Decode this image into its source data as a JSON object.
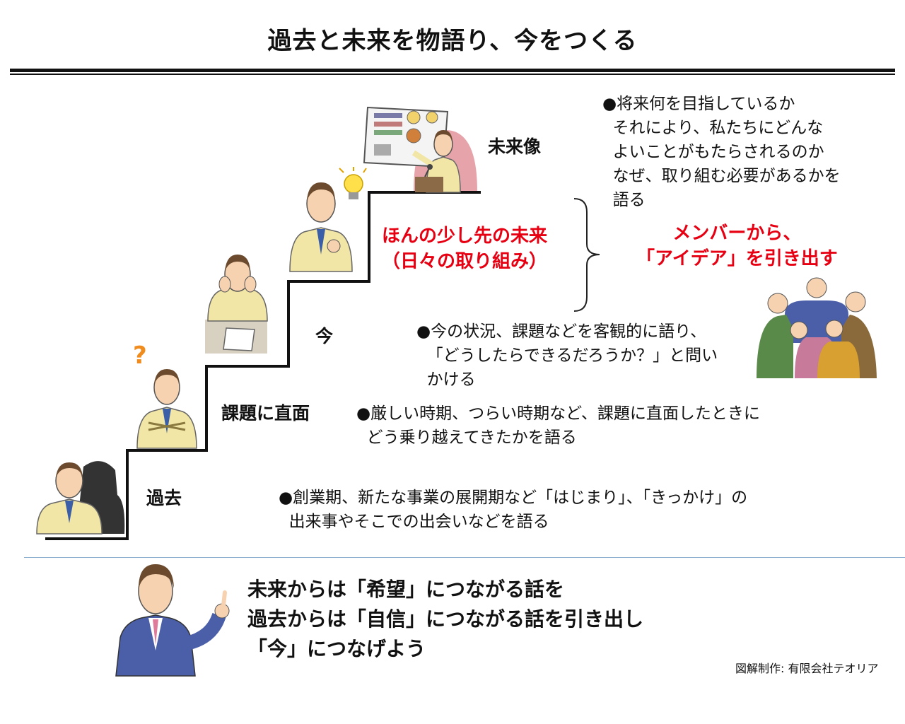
{
  "title": "過去と未来を物語り、今をつくる",
  "steps": {
    "past": {
      "label": "過去",
      "desc": "●創業期、新たな事業の展開期など「はじまり」、「きっかけ」の\n  出来事やそこでの出会いなどを語る"
    },
    "challenge": {
      "label": "課題に直面",
      "desc": "●厳しい時期、つらい時期など、課題に直面したときに\n  どう乗り越えてきたかを語る"
    },
    "now": {
      "label": "今",
      "desc": "●今の状況、課題などを客観的に語り、\n  「どうしたらできるだろうか？」と問い\n  かける"
    },
    "near_future": {
      "label": "ほんの少し先の未来\n（日々の取り組み）"
    },
    "future": {
      "label": "未来像",
      "desc": "●将来何を目指しているか\n  それにより、私たちにどんな\n  よいことがもたらされるのか\n  なぜ、取り組む必要があるかを\n  語る"
    }
  },
  "member_ideas": "メンバーから、\n「アイデア」を引き出す",
  "bottom_message": "未来からは「希望」につながる話を\n過去からは「自信」につながる話を引き出し\n「今」につなげよう",
  "credit": "図解制作: 有限会社テオリア",
  "colors": {
    "red": "#e60012",
    "jacket": "#f2e6a6",
    "suit": "#4a5fa8",
    "stair": "#111111"
  },
  "icons": [
    "question-mark-icon",
    "light-bulb-icon",
    "presentation-board-icon",
    "microphone-icon"
  ]
}
